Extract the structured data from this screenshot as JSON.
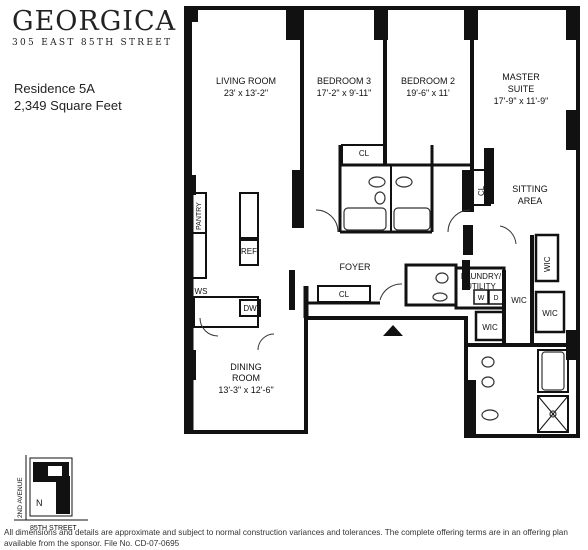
{
  "header": {
    "brand": "GEORGICA",
    "address": "305 EAST 85TH STREET"
  },
  "residence": {
    "unit": "Residence 5A",
    "area": "2,349 Square Feet"
  },
  "rooms": {
    "living_room": {
      "name": "LIVING ROOM",
      "dims": "23' x 13'-2\""
    },
    "bedroom3": {
      "name": "BEDROOM 3",
      "dims": "17'-2\" x 9'-11\""
    },
    "bedroom2": {
      "name": "BEDROOM 2",
      "dims": "19'-6\" x 11'"
    },
    "master_suite": {
      "name1": "MASTER",
      "name2": "SUITE",
      "dims": "17'-9\" x 11'-9\""
    },
    "sitting_area": {
      "name1": "SITTING",
      "name2": "AREA"
    },
    "foyer": {
      "name": "FOYER"
    },
    "dining_room": {
      "name1": "DINING",
      "name2": "ROOM",
      "dims": "13'-3\" x 12'-6\""
    },
    "laundry": {
      "name1": "LAUNDRY/",
      "name2": "UTILITY"
    }
  },
  "labels": {
    "cl": "CL",
    "pantry": "PANTRY",
    "ref": "REF",
    "ws": "WS",
    "dw": "DW",
    "wic": "WIC",
    "w": "W",
    "d": "D"
  },
  "key_plan": {
    "avenue": "2ND AVENUE",
    "street": "85TH STREET",
    "north": "N"
  },
  "disclaimer": "All dimensions and details are approximate and subject to normal construction variances and tolerances. The complete offering terms are in an offering plan available from the sponsor. File No. CD-07-0695"
}
